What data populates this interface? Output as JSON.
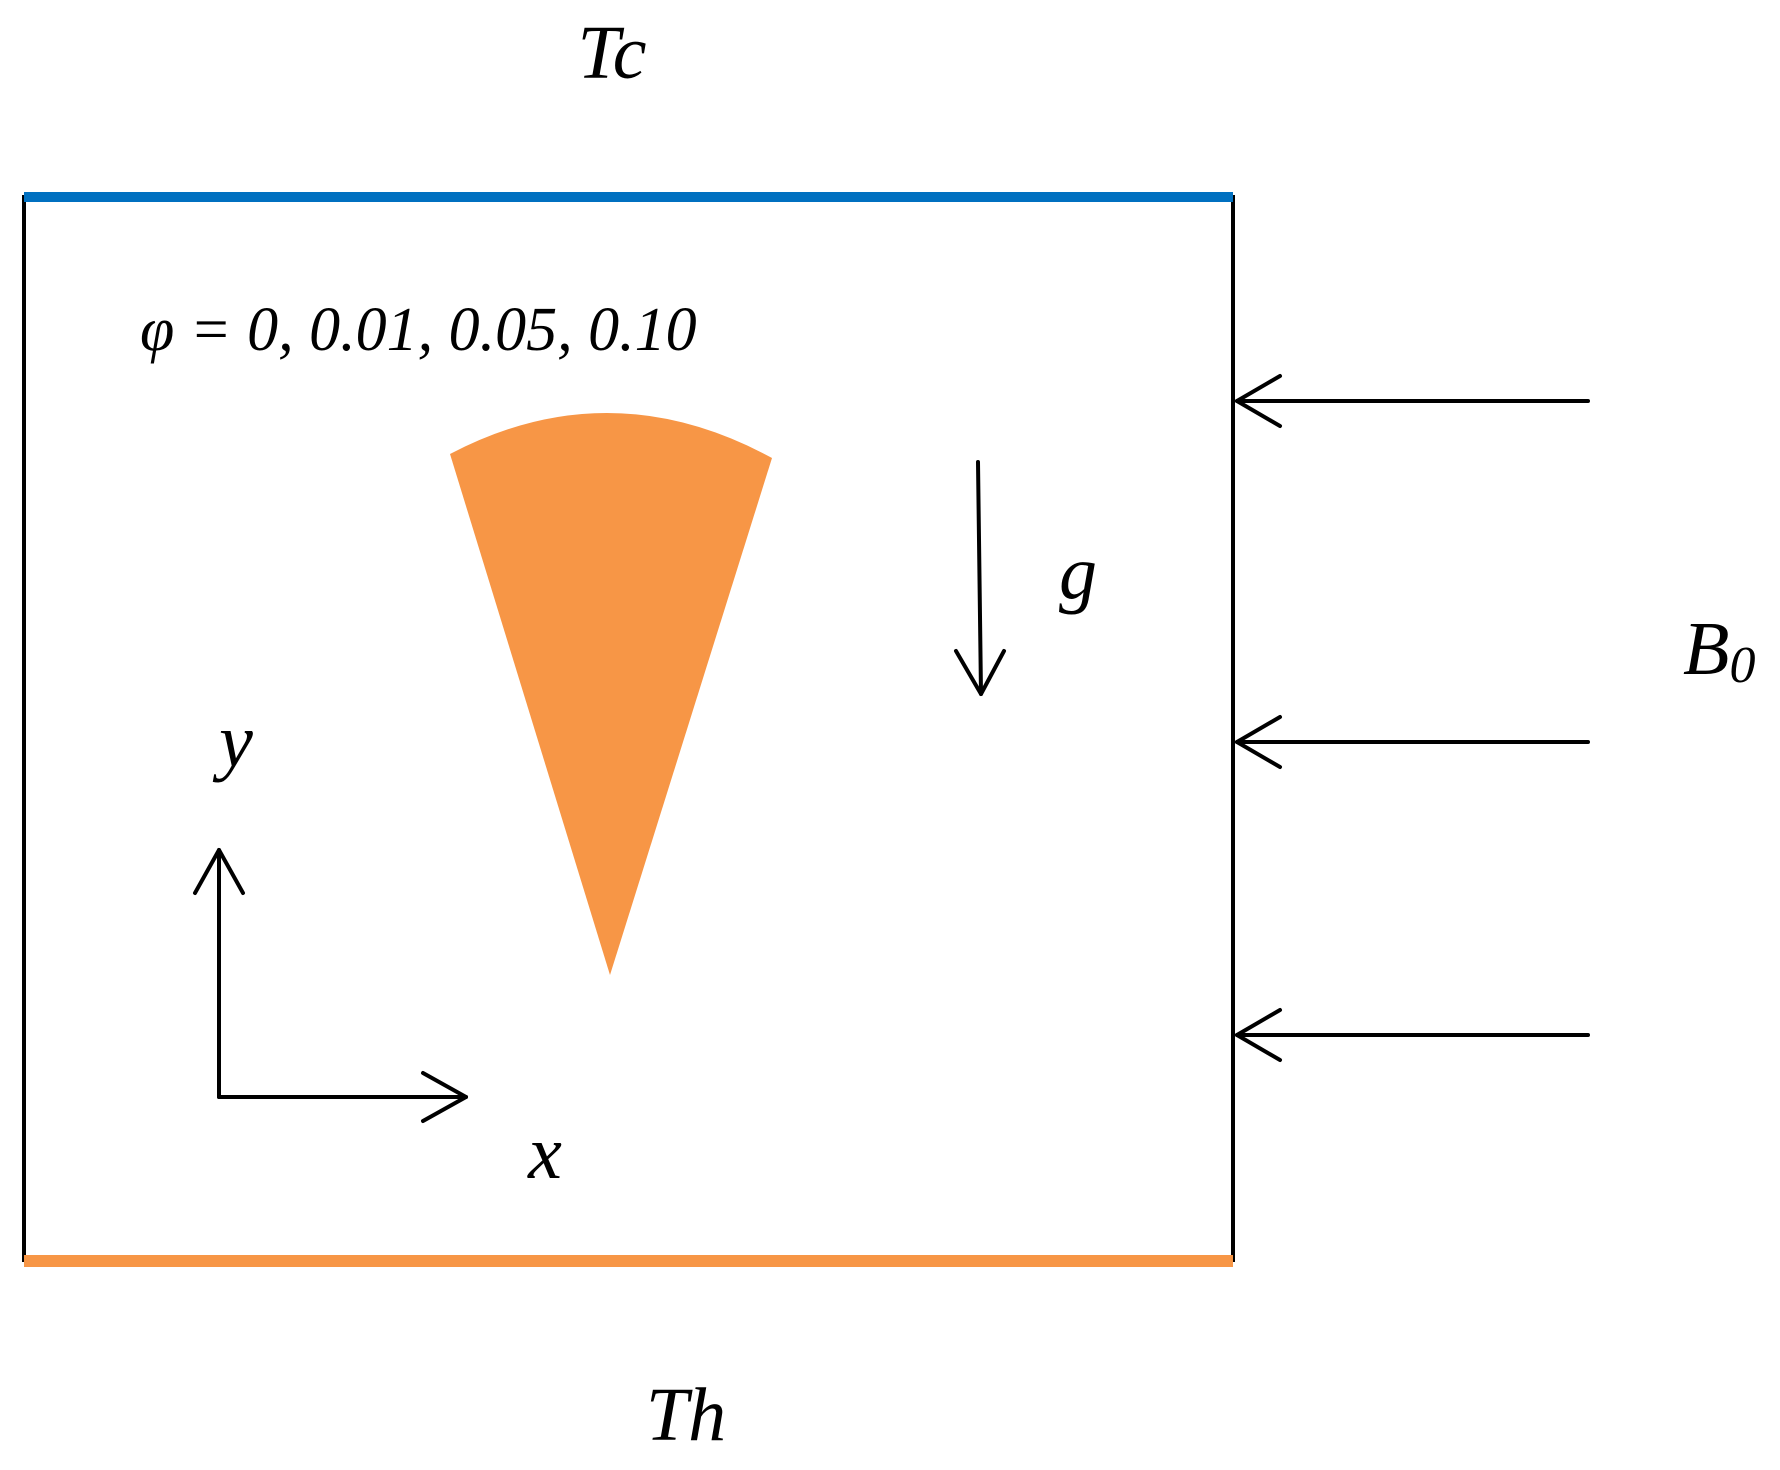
{
  "colors": {
    "cold_wall": "#0070C0",
    "hot_wall": "#F79646",
    "fin": "#F79646",
    "stroke": "#000000",
    "background": "#FFFFFF"
  },
  "labels": {
    "top_temperature": "Tc",
    "bottom_temperature": "Th",
    "volume_fraction": "φ = 0, 0.01, 0.05, 0.10",
    "gravity": "g",
    "magnetic_field_base": "B",
    "magnetic_field_subscript": "0",
    "axis_x": "x",
    "axis_y": "y"
  },
  "icons": {
    "gravity_arrow": "arrow-down-icon",
    "field_arrows": "arrow-left-icon",
    "axes": "coordinate-axes-icon"
  }
}
